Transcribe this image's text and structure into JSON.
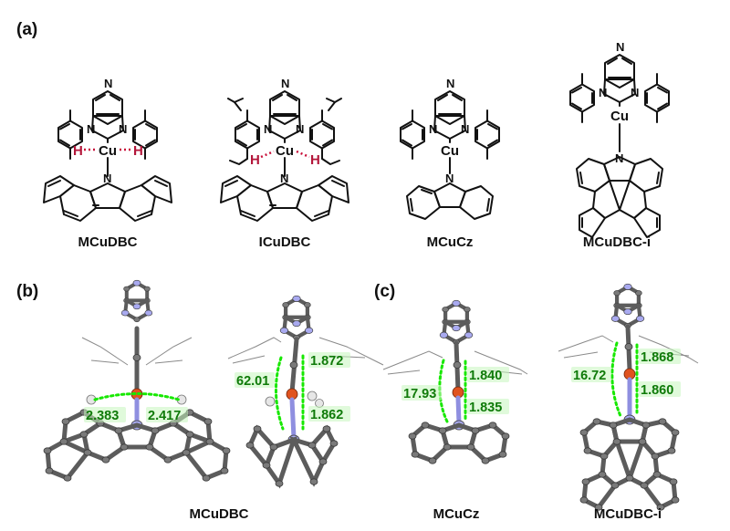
{
  "panels": {
    "a": "(a)",
    "b": "(b)",
    "c": "(c)"
  },
  "atoms": {
    "N": "N",
    "Cu": "Cu",
    "H": "H"
  },
  "structures": [
    "MCuDBC",
    "ICuDBC",
    "MCuCz",
    "MCuDBC-i"
  ],
  "crystal_labels": [
    "MCuDBC",
    "MCuCz",
    "MCuDBC-i"
  ],
  "measurements": {
    "mcudbc_top": [
      "2.383",
      "2.417"
    ],
    "mcudbc_side": [
      "62.01",
      "1.872",
      "1.862"
    ],
    "mcucz": [
      "17.93",
      "1.840",
      "1.835"
    ],
    "mcudbci": [
      "16.72",
      "1.868",
      "1.860"
    ]
  },
  "colors": {
    "h_bond": "#c8103a",
    "distance_marker": "#17e800",
    "copper": "#e0531f",
    "nitrogen": "#a9aaf0",
    "carbon": "#7a7a7a"
  }
}
